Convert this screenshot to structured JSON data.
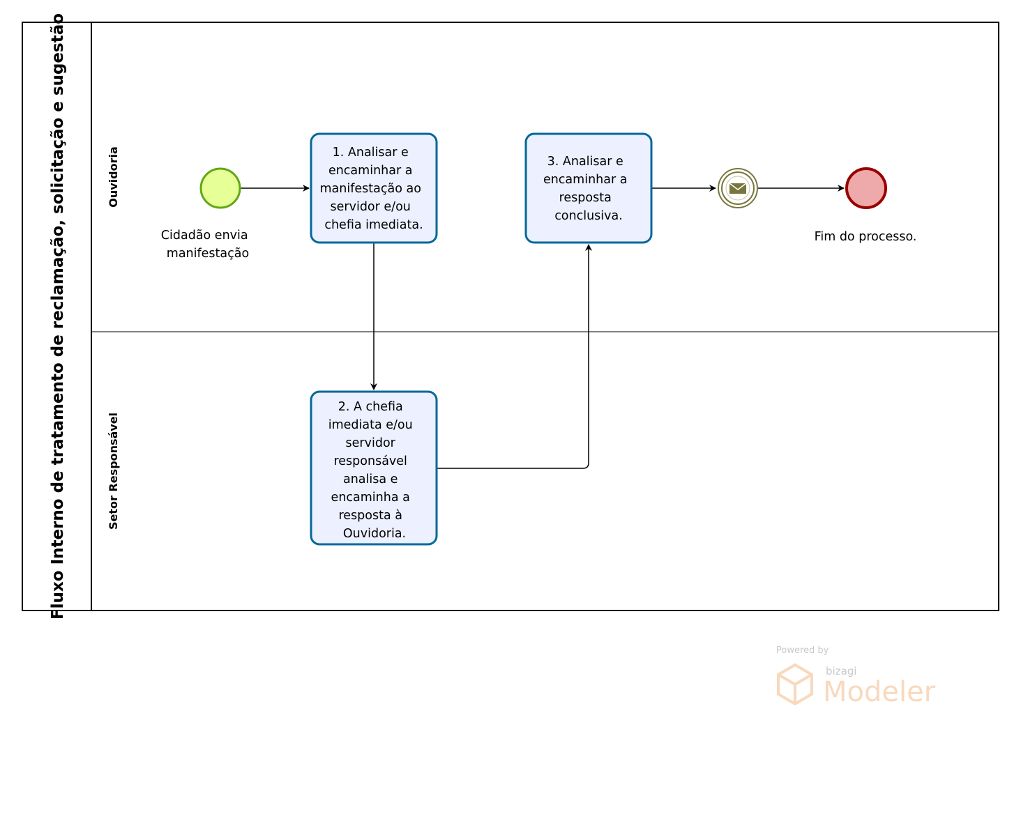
{
  "pool": {
    "title": "Fluxo Interno de tratamento de reclamação, solicitação e sugestão"
  },
  "lanes": [
    {
      "title": "Ouvidoria"
    },
    {
      "title": "Setor Responsável"
    }
  ],
  "start_event": {
    "label": [
      "Cidadão envia",
      "manifestação"
    ]
  },
  "tasks": [
    {
      "lines": [
        "1. Analisar e",
        "encaminhar a",
        "manifestação ao",
        "servidor e/ou",
        "chefia imediata."
      ]
    },
    {
      "lines": [
        "2. A chefia",
        "imediata e/ou",
        "servidor",
        "responsável",
        "analisa e",
        "encaminha a",
        "resposta à",
        "Ouvidoria."
      ]
    },
    {
      "lines": [
        "3. Analisar e",
        "encaminhar a",
        "resposta",
        "conclusiva."
      ]
    }
  ],
  "message_event": {
    "icon": "envelope-icon"
  },
  "end_event": {
    "label": "Fim do processo."
  },
  "watermark": {
    "powered_by": "Powered by",
    "brand": "bizagi",
    "product": "Modeler"
  },
  "colors": {
    "start_fill": "#e6ff97",
    "start_stroke": "#62a716",
    "end_fill": "#eeaaaa",
    "end_stroke": "#990000",
    "task_fill": "#ecf0ff",
    "task_stroke": "#03689a",
    "message_stroke": "#77773d",
    "message_fill": "#ffffff"
  }
}
